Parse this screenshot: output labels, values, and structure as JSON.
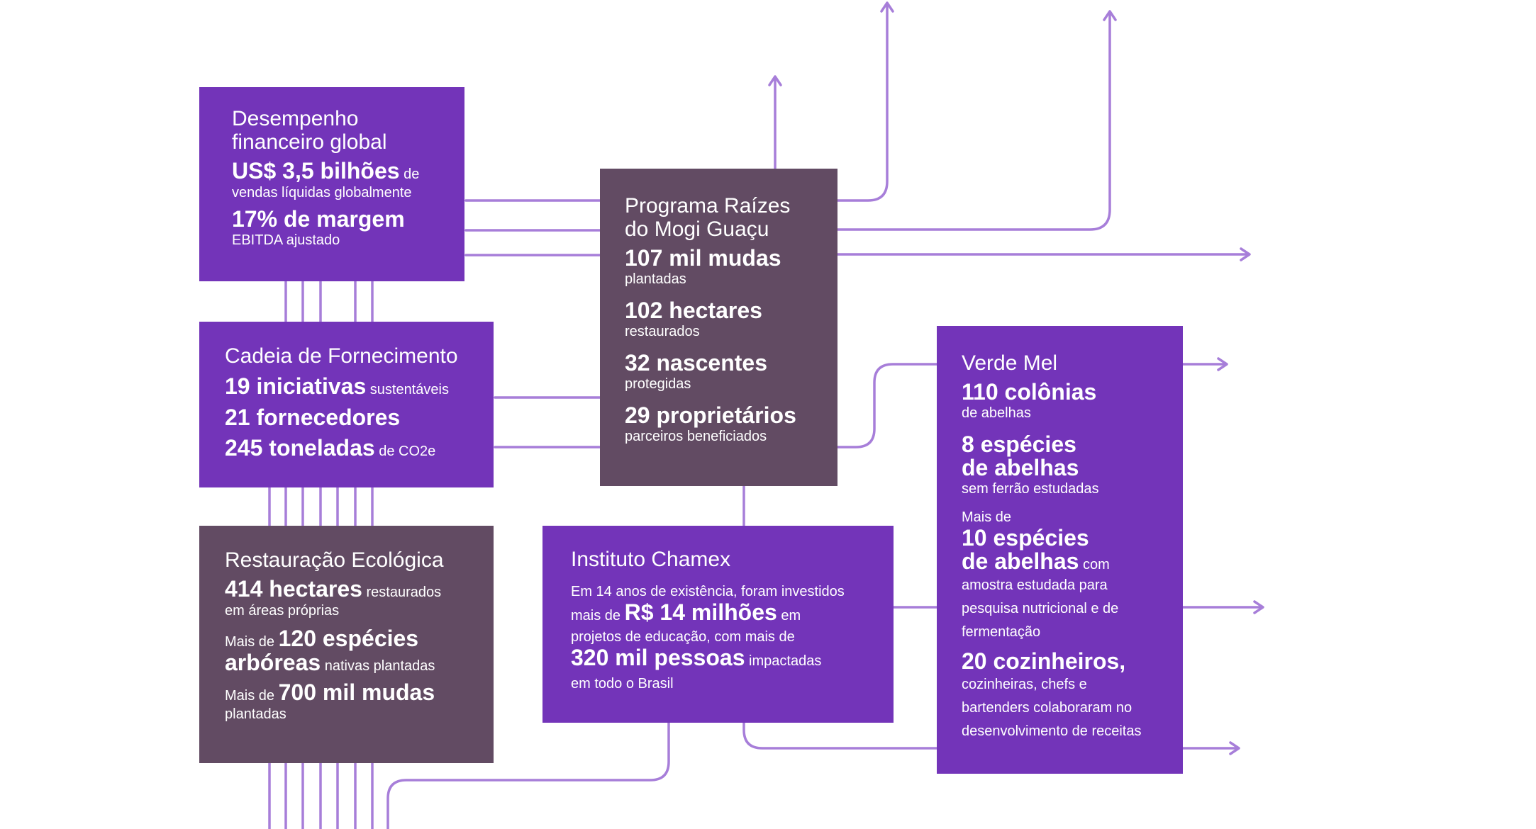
{
  "colors": {
    "purple": "#7334b9",
    "plum": "#624b63",
    "line": "#a77ed9"
  },
  "desempenho": {
    "title_1": "Desempenho",
    "title_2": "financeiro global",
    "v1": "US$ 3,5 bilhões",
    "v1_suffix": " de",
    "v1_line2": "vendas líquidas globalmente",
    "v2": "17% de margem",
    "v2_line2": "EBITDA ajustado"
  },
  "cadeia": {
    "title": "Cadeia de Fornecimento",
    "v1": "19 iniciativas",
    "v1_suffix": " sustentáveis",
    "v2": "21 fornecedores",
    "v3": "245 toneladas",
    "v3_suffix": " de CO2e"
  },
  "restauracao": {
    "title": "Restauração Ecológica",
    "v1": "414 hectares",
    "v1_suffix": " restaurados",
    "v1_line2": "em áreas próprias",
    "v2_prefix": "Mais de ",
    "v2": "120 espécies",
    "v2b": "arbóreas",
    "v2_suffix": " nativas plantadas",
    "v3_prefix": "Mais de ",
    "v3": "700 mil mudas",
    "v3_line2": "plantadas"
  },
  "programa": {
    "title_1": "Programa Raízes",
    "title_2": "do Mogi Guaçu",
    "v1": "107 mil mudas",
    "v1_line2": "plantadas",
    "v2": "102 hectares",
    "v2_line2": "restaurados",
    "v3": "32 nascentes",
    "v3_line2": "protegidas",
    "v4": "29 proprietários",
    "v4_line2": "parceiros beneficiados"
  },
  "instituto": {
    "title": "Instituto Chamex",
    "line1": "Em 14 anos de existência, foram investidos",
    "l2_prefix": "mais de ",
    "l2_value": "R$ 14 milhões",
    "l2_suffix": " em",
    "line3": "projetos de educação, com mais de",
    "l4_value": "320 mil pessoas",
    "l4_suffix": " impactadas",
    "line5": "em todo o Brasil"
  },
  "verde": {
    "title": "Verde Mel",
    "v1": "110 colônias",
    "v1_line2": "de abelhas",
    "v2a": "8 espécies",
    "v2b": "de abelhas",
    "v2_line2": "sem ferrão estudadas",
    "v3_prefix": "Mais de",
    "v3a": "10 espécies",
    "v3b": "de abelhas",
    "v3_suffix": " com",
    "v3_l1": "amostra estudada para",
    "v3_l2": "pesquisa nutricional e de",
    "v3_l3": "fermentação",
    "v4": "20 cozinheiros",
    "v4_suffix": ",",
    "v4_l1": "cozinheiras, chefs e",
    "v4_l2": "bartenders colaboraram no",
    "v4_l3": "desenvolvimento de receitas"
  }
}
